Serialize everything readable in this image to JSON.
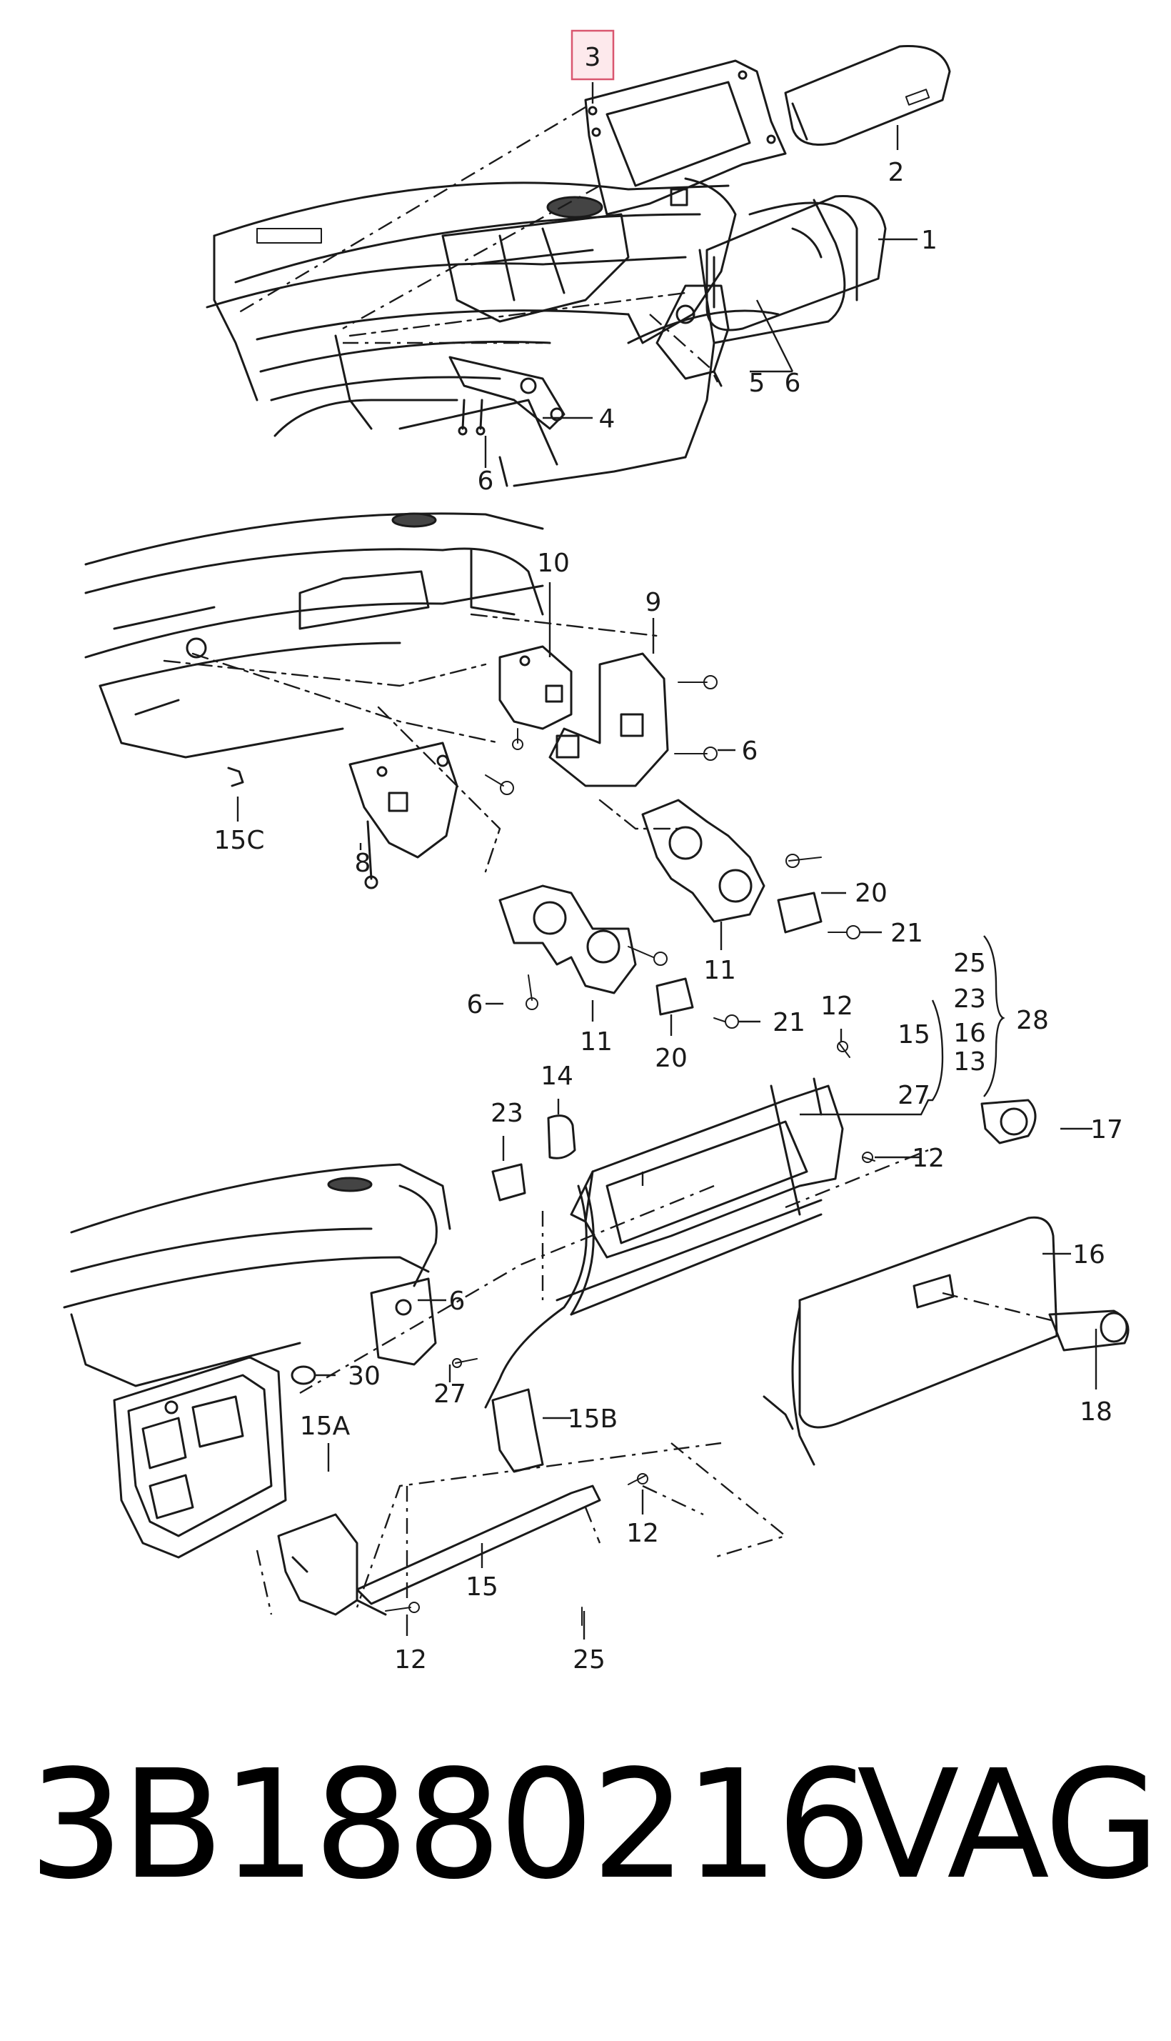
{
  "highlighted_part": "3",
  "callouts": {
    "c1": "1",
    "c2": "2",
    "c3": "3",
    "c4": "4",
    "c5": "5",
    "c6a": "6",
    "c6b": "6",
    "c6c": "6",
    "c6d": "6",
    "c6e": "6",
    "c8": "8",
    "c9": "9",
    "c10": "10",
    "c11a": "11",
    "c11b": "11",
    "c12a": "12",
    "c12b": "12",
    "c12c": "12",
    "c12d": "12",
    "c13": "13",
    "c14": "14",
    "c15": "15",
    "c15b": "15",
    "c15A": "15A",
    "c15B": "15B",
    "c15C": "15C",
    "c16": "16",
    "c16b": "16",
    "c17": "17",
    "c18": "18",
    "c20a": "20",
    "c20b": "20",
    "c21a": "21",
    "c21b": "21",
    "c23": "23",
    "c23b": "23",
    "c25": "25",
    "c25b": "25",
    "c27": "27",
    "c27b": "27",
    "c28": "28",
    "c30": "30"
  },
  "footer": {
    "part_number": "3B1880216",
    "brand": "VAG"
  },
  "colors": {
    "line": "#1a1a1a",
    "highlight_fill": "#fde9ec",
    "highlight_stroke": "#d9566f"
  }
}
